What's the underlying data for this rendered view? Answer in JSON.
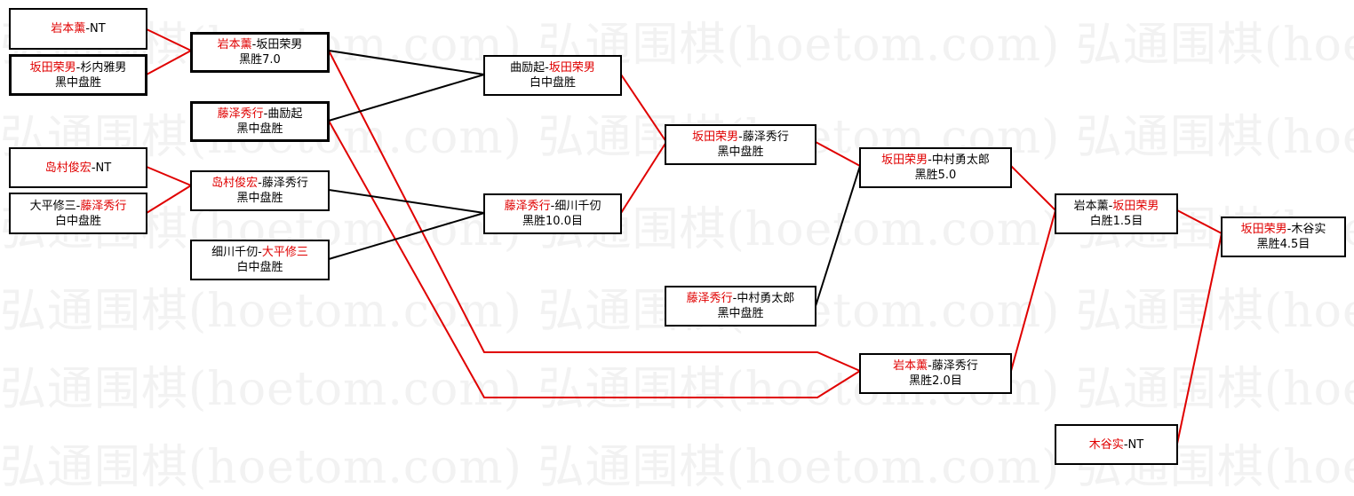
{
  "watermark": "弘通围棋(hoetom.com) 弘通围棋(hoetom.com) 弘通围棋(hoetom.com)",
  "colors": {
    "winner": "#e00000",
    "loser_line": "#000000",
    "winner_line": "#e00000"
  },
  "matches": [
    {
      "id": "r1a",
      "p1": "岩本薰",
      "p2": "NT",
      "winner": 1,
      "result": ""
    },
    {
      "id": "r1b",
      "p1": "坂田荣男",
      "p2": "杉内雅男",
      "winner": 1,
      "result": "黑中盘胜"
    },
    {
      "id": "r1c",
      "p1": "岛村俊宏",
      "p2": "NT",
      "winner": 1,
      "result": ""
    },
    {
      "id": "r1d",
      "p1": "大平修三",
      "p2": "藤泽秀行",
      "winner": 2,
      "result": "白中盘胜"
    },
    {
      "id": "r2a",
      "p1": "岩本薰",
      "p2": "坂田荣男",
      "winner": 1,
      "result": "黑胜7.0"
    },
    {
      "id": "r2b",
      "p1": "藤泽秀行",
      "p2": "曲励起",
      "winner": 1,
      "result": "黑中盘胜"
    },
    {
      "id": "r2c",
      "p1": "岛村俊宏",
      "p2": "藤泽秀行",
      "winner": 1,
      "result": "黑中盘胜"
    },
    {
      "id": "r2d",
      "p1": "细川千仞",
      "p2": "大平修三",
      "winner": 2,
      "result": "白中盘胜"
    },
    {
      "id": "r3a",
      "p1": "曲励起",
      "p2": "坂田荣男",
      "winner": 2,
      "result": "白中盘胜"
    },
    {
      "id": "r3b",
      "p1": "藤泽秀行",
      "p2": "细川千仞",
      "winner": 1,
      "result": "黑胜10.0目"
    },
    {
      "id": "r4a",
      "p1": "坂田荣男",
      "p2": "藤泽秀行",
      "winner": 1,
      "result": "黑中盘胜"
    },
    {
      "id": "r4b",
      "p1": "藤泽秀行",
      "p2": "中村勇太郎",
      "winner": 1,
      "result": "黑中盘胜"
    },
    {
      "id": "r5a",
      "p1": "坂田荣男",
      "p2": "中村勇太郎",
      "winner": 1,
      "result": "黑胜5.0"
    },
    {
      "id": "r5b",
      "p1": "岩本薰",
      "p2": "藤泽秀行",
      "winner": 1,
      "result": "黑胜2.0目"
    },
    {
      "id": "r6a",
      "p1": "岩本薰",
      "p2": "坂田荣男",
      "winner": 2,
      "result": "白胜1.5目"
    },
    {
      "id": "r6b",
      "p1": "木谷实",
      "p2": "NT",
      "winner": 1,
      "result": ""
    },
    {
      "id": "final",
      "p1": "坂田荣男",
      "p2": "木谷实",
      "winner": 1,
      "result": "黑胜4.5目"
    }
  ]
}
